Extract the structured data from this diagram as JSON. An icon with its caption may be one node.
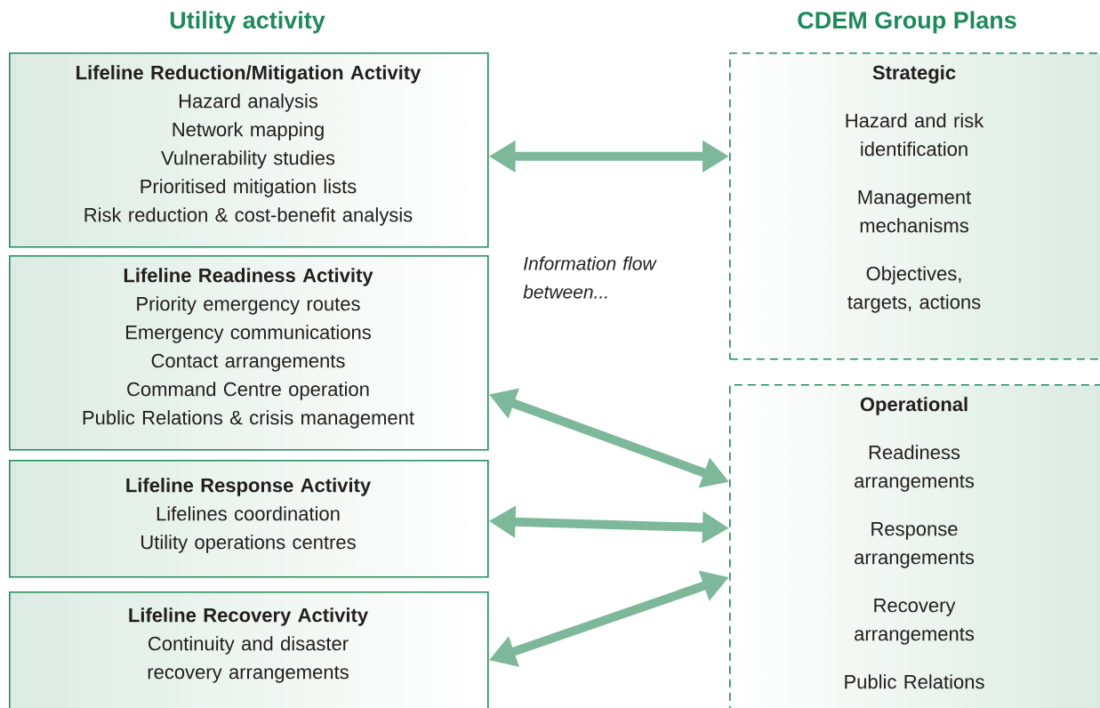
{
  "diagram": {
    "nodes": [
      {
        "text": [
          "Lifeline Reduction/Mitigation Activity",
          "Hazard analysis",
          "Network mapping",
          "Vulnerability studies",
          "Prioritised mitigation lists",
          "Risk reduction & cost-benefit analysis"
        ]
      },
      {
        "text": [
          "Lifeline Readiness Activity",
          "Priority emergency routes",
          "Emergency communications",
          "Contact arrangements",
          "Command Centre operation",
          "Public Relations & crisis management"
        ]
      },
      {
        "text": [
          "Lifeline Response Activity",
          "Lifelines coordination",
          "Utility operations centres"
        ]
      },
      {
        "text": [
          "Lifeline Recovery Activity",
          "Continuity and disaster recovery arrangements"
        ]
      },
      {
        "text": [
          "Strategic",
          "Hazard and risk identification",
          "Management mechanisms",
          "Objectives, targets, actions"
        ]
      },
      {
        "text": [
          "Operational",
          "Readiness arrangements",
          "Response arrangements",
          "Recovery arrangements",
          "Public Relations"
        ]
      }
    ],
    "edges": [
      {
        "from": 0,
        "to": 4,
        "arrow": "both"
      },
      {
        "from": 1,
        "to": 5,
        "arrow": "both"
      },
      {
        "from": 2,
        "to": 5,
        "arrow": "both"
      },
      {
        "from": 3,
        "to": 5,
        "arrow": "both"
      }
    ],
    "labels": [
      "Utility activity",
      "CDEM Group Plans",
      "Information flow between..."
    ]
  }
}
